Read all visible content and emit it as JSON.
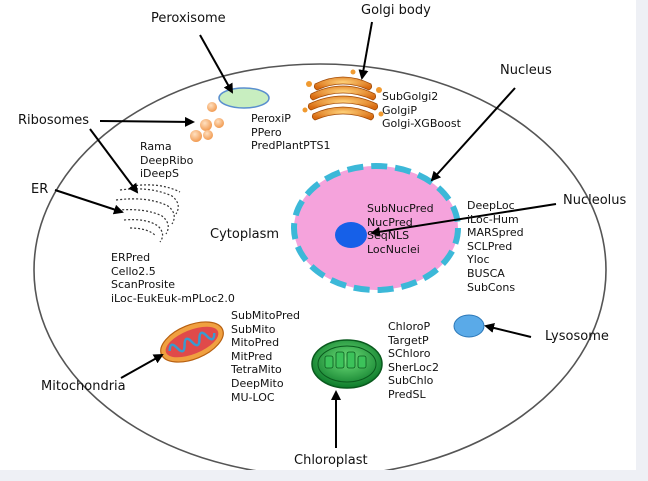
{
  "organelles": {
    "peroxisome": {
      "label": "Peroxisome",
      "tools": [
        "PeroxiP",
        "PPero",
        "PredPlantPTS1"
      ]
    },
    "golgi": {
      "label": "Golgi body",
      "tools": [
        "SubGolgi2",
        "GolgiP",
        "Golgi-XGBoost"
      ]
    },
    "nucleus": {
      "label": "Nucleus",
      "tools": [
        "SubNucPred",
        "NucPred",
        "SeqNLS",
        "LocNuclei"
      ]
    },
    "ribosomes": {
      "label": "Ribosomes",
      "tools": [
        "Rama",
        "DeepRibo",
        "iDeepS"
      ]
    },
    "nucleolus": {
      "label": "Nucleolus"
    },
    "er": {
      "label": "ER",
      "tools": [
        "ERPred",
        "Cello2.5",
        "ScanProsite",
        "iLoc-EukEuk-mPLoc2.0"
      ]
    },
    "cytoplasm": {
      "label": "Cytoplasm",
      "tools": [
        "DeepLoc",
        "iLoc-Hum",
        "MARSpred",
        "SCLPred",
        "Yloc",
        "BUSCA",
        "SubCons"
      ]
    },
    "lysosome": {
      "label": "Lysosome"
    },
    "mitochondria": {
      "label": "Mitochondria",
      "tools": [
        "SubMitoPred",
        "SubMito",
        "MitoPred",
        "MitPred",
        "TetraMito",
        "DeepMito",
        "MU-LOC"
      ]
    },
    "chloroplast": {
      "label": "Chloroplast",
      "tools": [
        "ChloroP",
        "TargetP",
        "SChloro",
        "SherLoc2",
        "SubChlo",
        "PredSL"
      ]
    }
  },
  "colors": {
    "cell_outline": "#555555",
    "nucleus_fill": "#f5a3dc",
    "nucleus_border": "#3cb8d8",
    "nucleolus": "#1660e8",
    "peroxisome": "#c8eec0",
    "ribosome": "#f6b27a",
    "golgi": "#e48a1e",
    "mitochondria": "#f0a040",
    "chloroplast": "#1e9a3e",
    "lysosome": "#5aaae8"
  }
}
